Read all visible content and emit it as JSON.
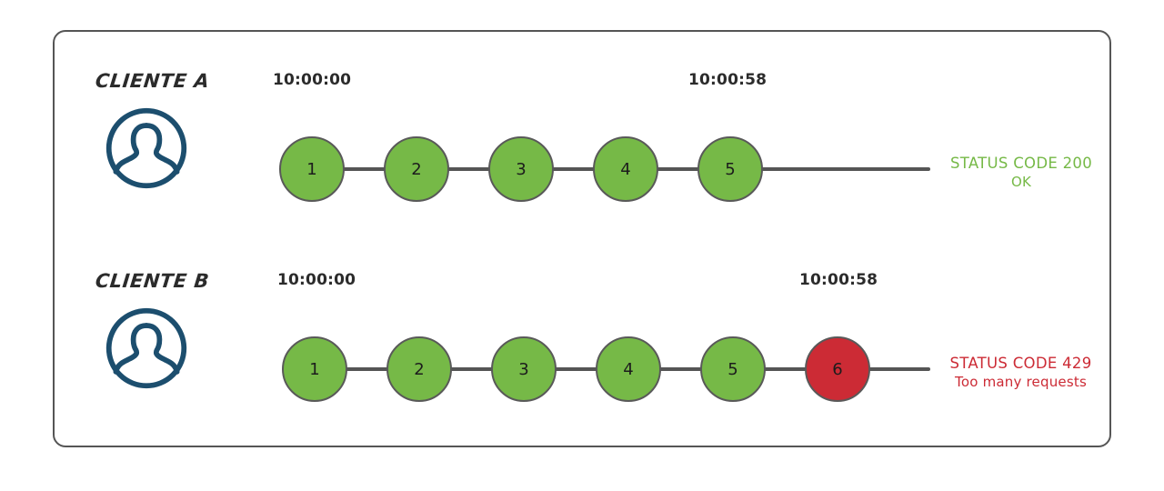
{
  "card": {
    "border_color": "#555555"
  },
  "colors": {
    "ok_green": "#76b947",
    "fail_red": "#cc2b35",
    "node_stroke": "#595959",
    "avatar_blue": "#1c4e6e",
    "text_dark": "#2b2b2b"
  },
  "rows": [
    {
      "client_label": "CLIENTE A",
      "avatar_icon": "user-avatar-icon",
      "timestamp_start": "10:00:00",
      "timestamp_end": "10:00:58",
      "nodes": [
        {
          "label": "1",
          "state": "ok"
        },
        {
          "label": "2",
          "state": "ok"
        },
        {
          "label": "3",
          "state": "ok"
        },
        {
          "label": "4",
          "state": "ok"
        },
        {
          "label": "5",
          "state": "ok"
        }
      ],
      "status": {
        "state": "ok",
        "line1": "STATUS CODE 200",
        "line2": "OK"
      }
    },
    {
      "client_label": "CLIENTE B",
      "avatar_icon": "user-avatar-icon",
      "timestamp_start": "10:00:00",
      "timestamp_end": "10:00:58",
      "nodes": [
        {
          "label": "1",
          "state": "ok"
        },
        {
          "label": "2",
          "state": "ok"
        },
        {
          "label": "3",
          "state": "ok"
        },
        {
          "label": "4",
          "state": "ok"
        },
        {
          "label": "5",
          "state": "ok"
        },
        {
          "label": "6",
          "state": "fail"
        }
      ],
      "status": {
        "state": "fail",
        "line1": "STATUS CODE 429",
        "line2": "Too many requests"
      }
    }
  ]
}
